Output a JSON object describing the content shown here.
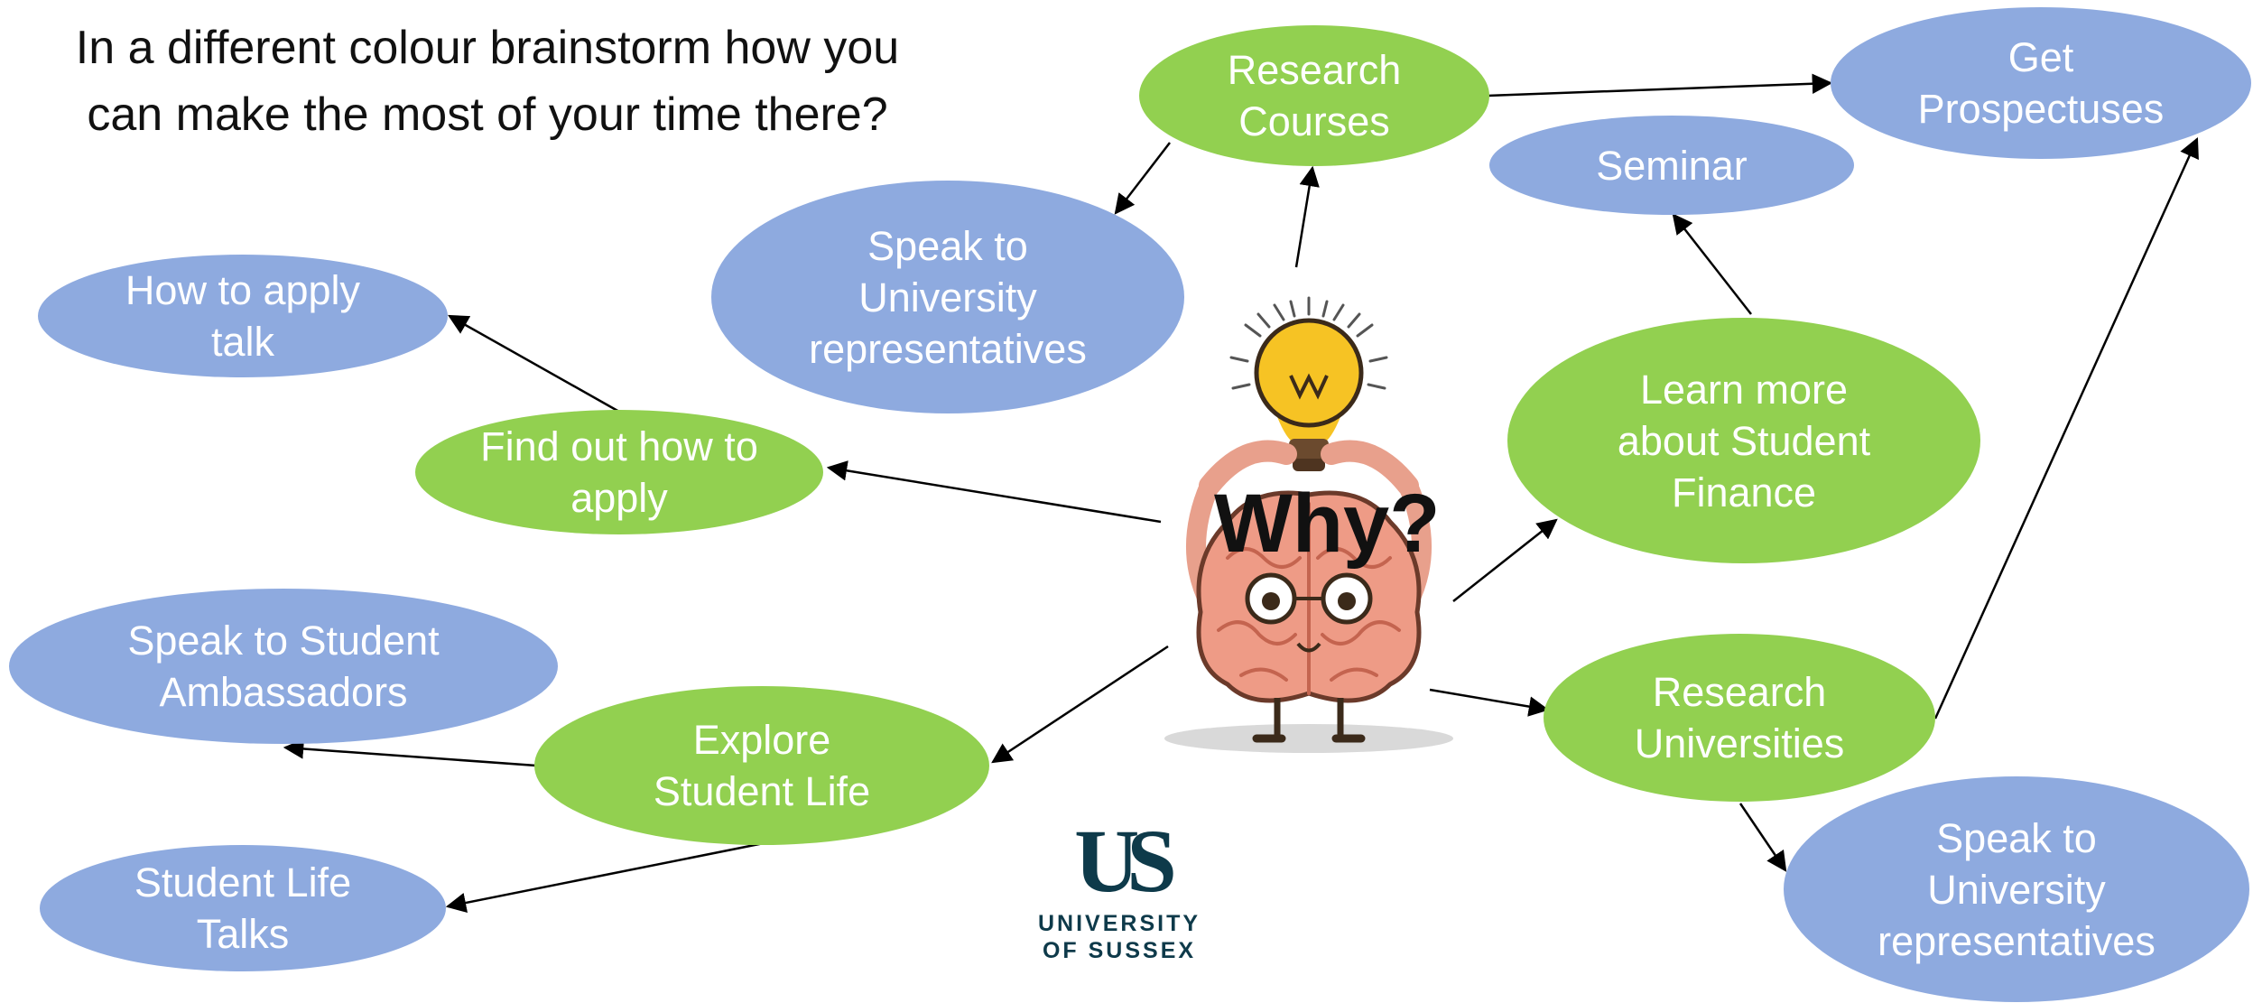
{
  "prompt": "In a different colour brainstorm how you can make the most of your time there?",
  "center_label": "Why?",
  "logo": {
    "mark": "US",
    "name_line1": "UNIVERSITY",
    "name_line2": "OF SUSSEX"
  },
  "nodes": {
    "research_courses": "Research Courses",
    "get_prospectuses": "Get Prospectuses",
    "seminar": "Seminar",
    "speak_uni_reps_top": "Speak to University representatives",
    "how_to_apply_talk": "How to apply talk",
    "find_out_how_to_apply": "Find out how to apply",
    "learn_student_finance": "Learn more about Student Finance",
    "speak_student_ambassadors": "Speak to Student Ambassadors",
    "explore_student_life": "Explore Student Life",
    "student_life_talks": "Student Life Talks",
    "research_universities": "Research Universities",
    "speak_uni_reps_bottom": "Speak to University representatives"
  },
  "colors": {
    "idea": "#92d050",
    "brainstorm": "#8eaadf",
    "text": "#ffffff",
    "arrow": "#000000"
  }
}
